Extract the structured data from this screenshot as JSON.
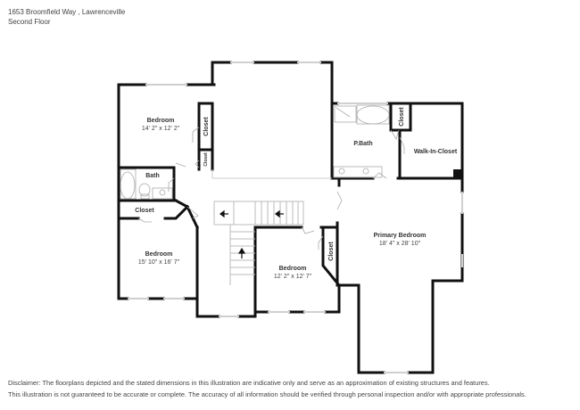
{
  "header": {
    "address": "1653 Broomfield Way , Lawrenceville",
    "floor": "Second Floor"
  },
  "rooms": [
    {
      "id": "bedroom-1",
      "name": "Bedroom",
      "dimensions": "14' 2\" x 12' 2\""
    },
    {
      "id": "closet-1",
      "name": "Closet"
    },
    {
      "id": "closet-2",
      "name": "Closet"
    },
    {
      "id": "bath",
      "name": "Bath"
    },
    {
      "id": "closet-3",
      "name": "Closet"
    },
    {
      "id": "bedroom-2",
      "name": "Bedroom",
      "dimensions": "15' 10\" x 16' 7\""
    },
    {
      "id": "bedroom-3",
      "name": "Bedroom",
      "dimensions": "12' 2\" x 12' 7\""
    },
    {
      "id": "closet-4",
      "name": "Closet"
    },
    {
      "id": "p-bath",
      "name": "P.Bath"
    },
    {
      "id": "closet-5",
      "name": "Closet"
    },
    {
      "id": "walk-in-closet",
      "name": "Walk-In-Closet"
    },
    {
      "id": "primary-bedroom",
      "name": "Primary Bedroom",
      "dimensions": "18' 4\" x 28' 10\""
    }
  ],
  "colors": {
    "wall": "#111111",
    "window": "#cfcfcf",
    "fixture": "#aaaaaa",
    "text": "#333333"
  },
  "disclaimer": {
    "line1": "Disclaimer: The floorplans depicted and the stated dimensions in this illustration are indicative only and serve as an approximation of existing structures and features.",
    "line2": "This illustration is not guaranteed to be accurate or complete. The accuracy of all information should be verified through personal inspection and/or with appropriate professionals."
  }
}
